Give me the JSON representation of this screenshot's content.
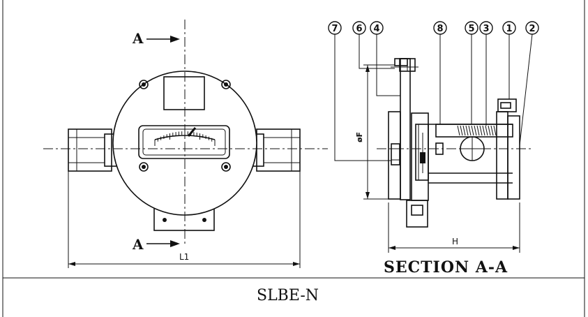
{
  "section_markers": [
    "A",
    "A"
  ],
  "dimensions": {
    "overall_length": "L1",
    "height": "H",
    "diameter": "øF"
  },
  "section_title": "SECTION A-A",
  "model_label": "SLBE-N",
  "callouts": [
    "7",
    "6",
    "4",
    "8",
    "5",
    "3",
    "1",
    "2"
  ]
}
